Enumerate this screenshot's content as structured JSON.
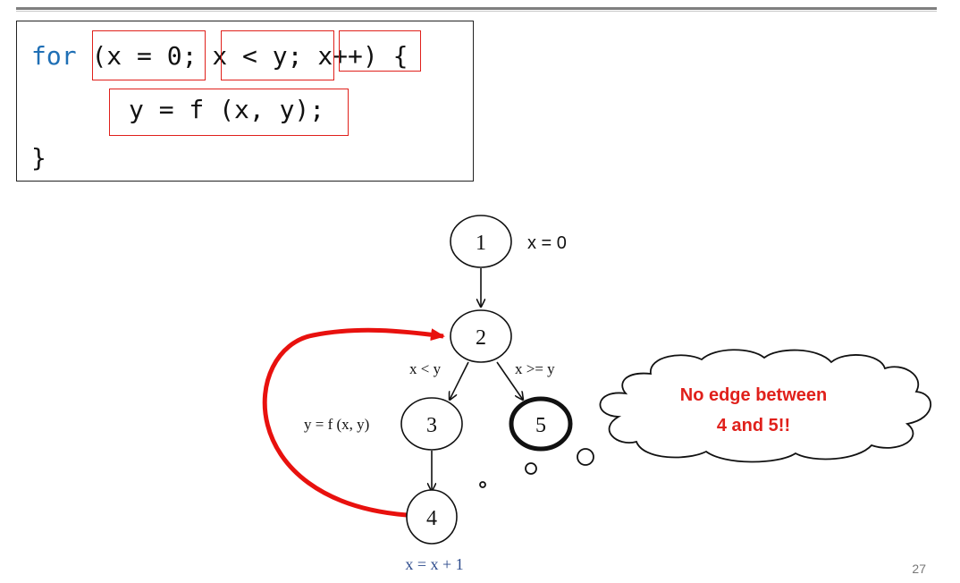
{
  "code": {
    "line1": {
      "keyword": "for",
      "init": "(x = 0",
      "sep1": ";",
      "cond": "x < y;",
      "incr": "x++)",
      "brace": " {"
    },
    "line2": {
      "body": "y = f (x, y);"
    },
    "line3": {
      "close": "}"
    }
  },
  "graph": {
    "nodes": [
      {
        "id": "1",
        "label": "1",
        "annotation": "x = 0",
        "terminal": false
      },
      {
        "id": "2",
        "label": "2",
        "annotation": "",
        "terminal": false
      },
      {
        "id": "3",
        "label": "3",
        "annotation": "y = f (x, y)",
        "terminal": false
      },
      {
        "id": "4",
        "label": "4",
        "annotation": "x = x + 1",
        "terminal": false
      },
      {
        "id": "5",
        "label": "5",
        "annotation": "",
        "terminal": true
      }
    ],
    "edges": [
      {
        "from": "1",
        "to": "2",
        "label": ""
      },
      {
        "from": "2",
        "to": "3",
        "label": "x < y"
      },
      {
        "from": "2",
        "to": "5",
        "label": "x >= y"
      },
      {
        "from": "3",
        "to": "4",
        "label": ""
      },
      {
        "from": "4",
        "to": "2",
        "label": "",
        "style": "back-edge"
      }
    ]
  },
  "callout": {
    "line1": "No edge between",
    "line2": "4 and 5!!"
  },
  "colors": {
    "highlight": "#e0201b",
    "keyword": "#1f6fb5",
    "annotation": "#2d4b8c"
  },
  "page_number": "27"
}
